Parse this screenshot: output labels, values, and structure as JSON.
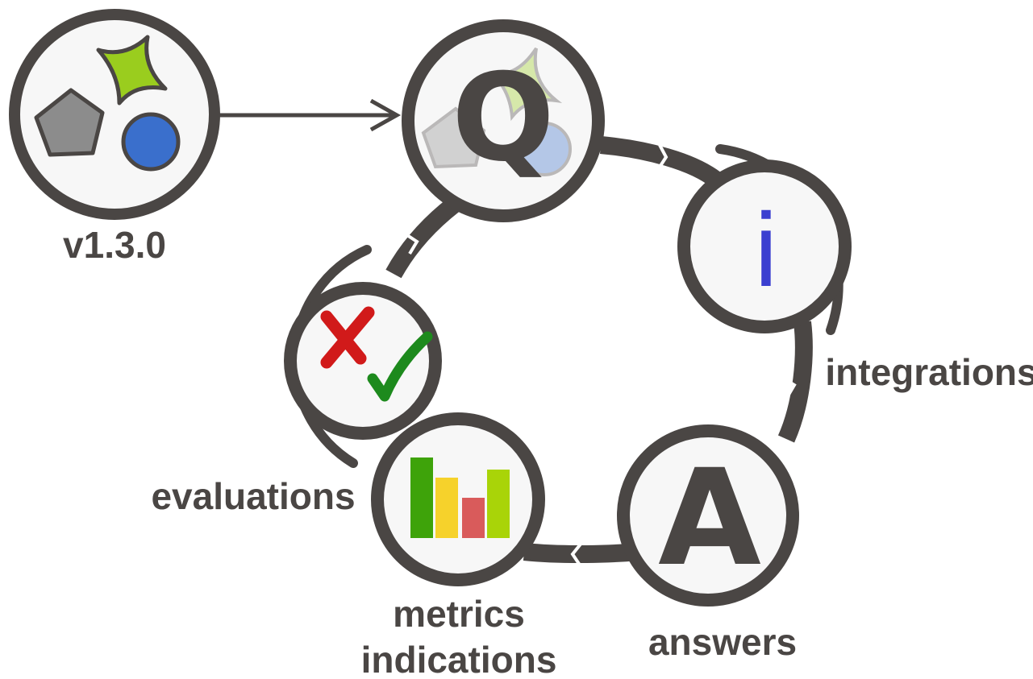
{
  "version_label": "v1.3.0",
  "nodes": {
    "query": {
      "letter": "Q"
    },
    "integrations": {
      "letter": "i",
      "label": "integrations"
    },
    "answers": {
      "letter": "A",
      "label": "answers"
    },
    "metrics": {
      "label_line1": "metrics",
      "label_line2": "indications"
    },
    "evaluations": {
      "label": "evaluations"
    }
  },
  "colors": {
    "ring": "#4a4644",
    "node_fill": "#f7f7f7",
    "pentagon": "#8c8c8c",
    "star": "#9acd1e",
    "circle": "#3a6fcc",
    "info_letter": "#3b3fd0",
    "cross": "#d11a1a",
    "check": "#1d8a1d",
    "bar_green": "#3ea30a",
    "bar_yellow": "#f6d22b",
    "bar_red": "#d95b5b",
    "bar_lime": "#a9d408"
  },
  "metrics_bars": [
    4,
    3,
    2,
    3.4
  ]
}
